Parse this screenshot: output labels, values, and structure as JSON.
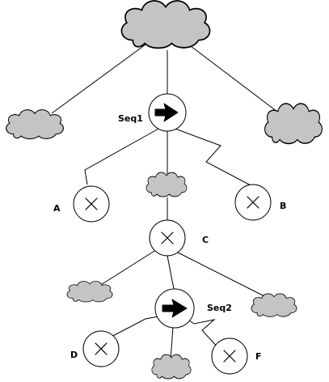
{
  "diagram": {
    "labels": {
      "seq1": "Seq1",
      "seq2": "Seq2",
      "a": "A",
      "b": "B",
      "c": "C",
      "d": "D",
      "e": "",
      "f": "F"
    },
    "colors": {
      "cloud_fill": "#c4c4c4",
      "line": "#000000",
      "node_fill": "#ffffff"
    },
    "node_types": {
      "seq1": "sequence-arrow-node",
      "seq2": "sequence-arrow-node",
      "a": "x-node",
      "b": "x-node",
      "c": "x-node",
      "d": "x-node",
      "f": "x-node"
    }
  }
}
